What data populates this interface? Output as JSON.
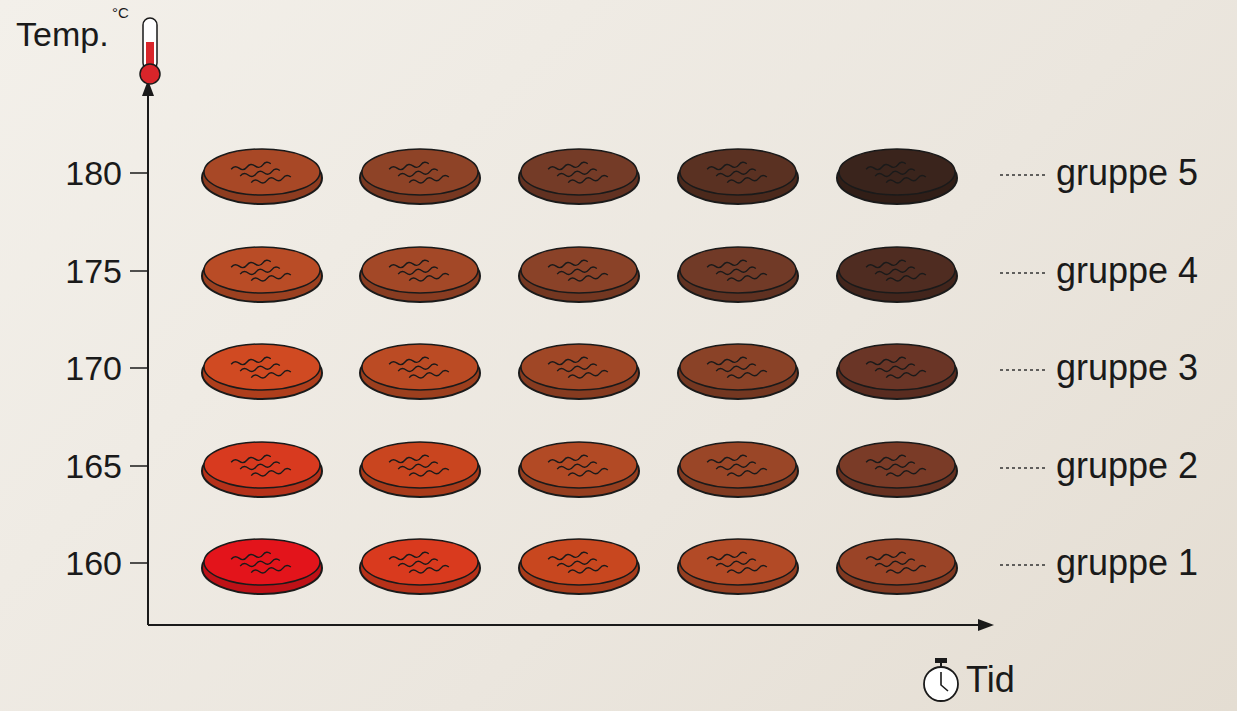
{
  "diagram": {
    "labels": [
      "°C",
      "Temp.",
      "180",
      "gruppe 5",
      "175",
      "gruppe 4",
      "170",
      "gruppe 3",
      "165",
      "gruppe 2",
      "160",
      "gruppe 1",
      "Tid"
    ]
  }
}
